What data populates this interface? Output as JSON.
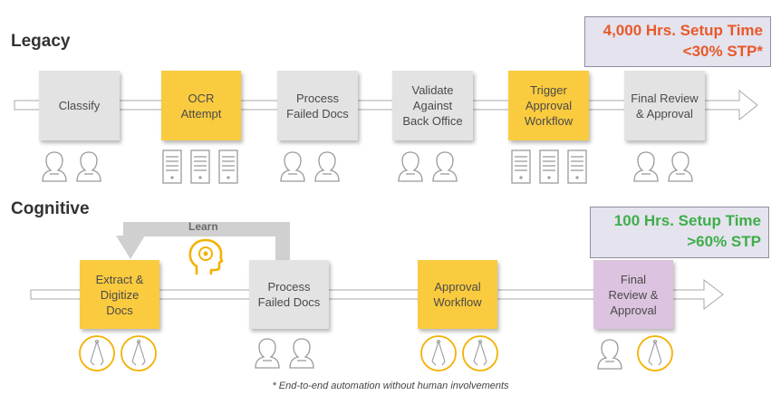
{
  "legacy": {
    "title": "Legacy",
    "stats": {
      "line1": "4,000 Hrs. Setup Time",
      "line2": "<30% STP*"
    },
    "steps": [
      {
        "label": "Classify",
        "style": "grey"
      },
      {
        "label": "OCR\nAttempt",
        "style": "yellow"
      },
      {
        "label": "Process\nFailed Docs",
        "style": "grey"
      },
      {
        "label": "Validate\nAgainst\nBack Office",
        "style": "grey"
      },
      {
        "label": "Trigger\nApproval\nWorkflow",
        "style": "yellow"
      },
      {
        "label": "Final Review\n& Approval",
        "style": "grey"
      }
    ],
    "resources": [
      "people-icon",
      "server-icon",
      "people-icon",
      "people-icon",
      "server-icon",
      "people-icon"
    ]
  },
  "cognitive": {
    "title": "Cognitive",
    "stats": {
      "line1": "100 Hrs. Setup Time",
      "line2": ">60% STP"
    },
    "learn_label": "Learn",
    "steps": [
      {
        "label": "Extract &\nDigitize\nDocs",
        "style": "yellow"
      },
      {
        "label": "Process\nFailed Docs",
        "style": "grey"
      },
      {
        "label": "Approval\nWorkflow",
        "style": "yellow"
      },
      {
        "label": "Final\nReview &\nApproval",
        "style": "lilac"
      }
    ],
    "resources": [
      "bot-icon-pair",
      "people-icon",
      "bot-icon-pair",
      "person-and-bot-icon"
    ]
  },
  "colors": {
    "legacy_stat": "#e8592a",
    "cognitive_stat": "#3fae49",
    "yellow": "#fbcb3f",
    "grey": "#e3e3e3",
    "lilac": "#dcc3df"
  },
  "footnote": "* End-to-end automation without human involvements"
}
